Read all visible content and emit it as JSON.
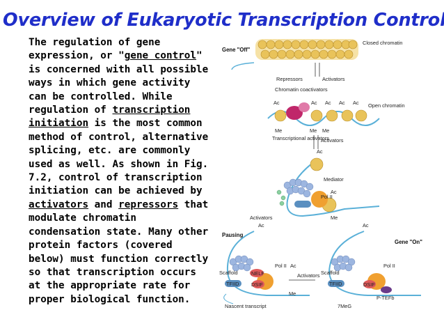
{
  "title": "Overview of Eukaryotic Transcription Control",
  "body": {
    "t1": "The regulation of gene expression, or \"",
    "link_gene_control": "gene control",
    "t2": "\" is concerned with all possible ways in which gene activity can be controlled. While regulation of ",
    "link_transcription": "transcription",
    "t3": " ",
    "link_initiation": "initiation",
    "t4": " is the most common method of control, alternative splicing, etc. are commonly used as well. As shown in Fig. 7.2, control of transcription initiation can be achieved by ",
    "link_activators": "activators",
    "t5": " and ",
    "link_repressors": "repressors",
    "t6": " that modulate chromatin condensation state. Many other protein factors (covered below) must function correctly so that transcription occurs at the appropriate rate for proper biological function."
  },
  "figure": {
    "gene_off": "Gene \"Off\"",
    "closed_chromatin": "Closed chromatin",
    "repressors": "Repressors",
    "activators": "Activators",
    "chromatin_coactivators": "Chromatin coactivators",
    "ac": "Ac",
    "open_chromatin": "Open chromatin",
    "me": "Me",
    "transcriptional_activators": "Transcriptional activators",
    "mediator": "Mediator",
    "pol_ii": "Pol II",
    "pausing": "Pausing",
    "gene_on": "Gene \"On\"",
    "scaffold": "Scaffold",
    "nelf": "NELF",
    "dsif": "DSIF",
    "tfiid": "TFIID",
    "p_tefb": "P-TEFb",
    "nascent_transcript": "Nascent transcript",
    "cap": "7MeG"
  },
  "colors": {
    "title": "#1f2ec9",
    "nucleosome": "#e9c35a",
    "dna": "#5ab0d8",
    "repressor": "#c0276a",
    "activator": "#8bd0a0",
    "mediator": "#9db6e0",
    "pol_ii": "#f0a030",
    "dsif_nelf": "#e05a5a"
  }
}
